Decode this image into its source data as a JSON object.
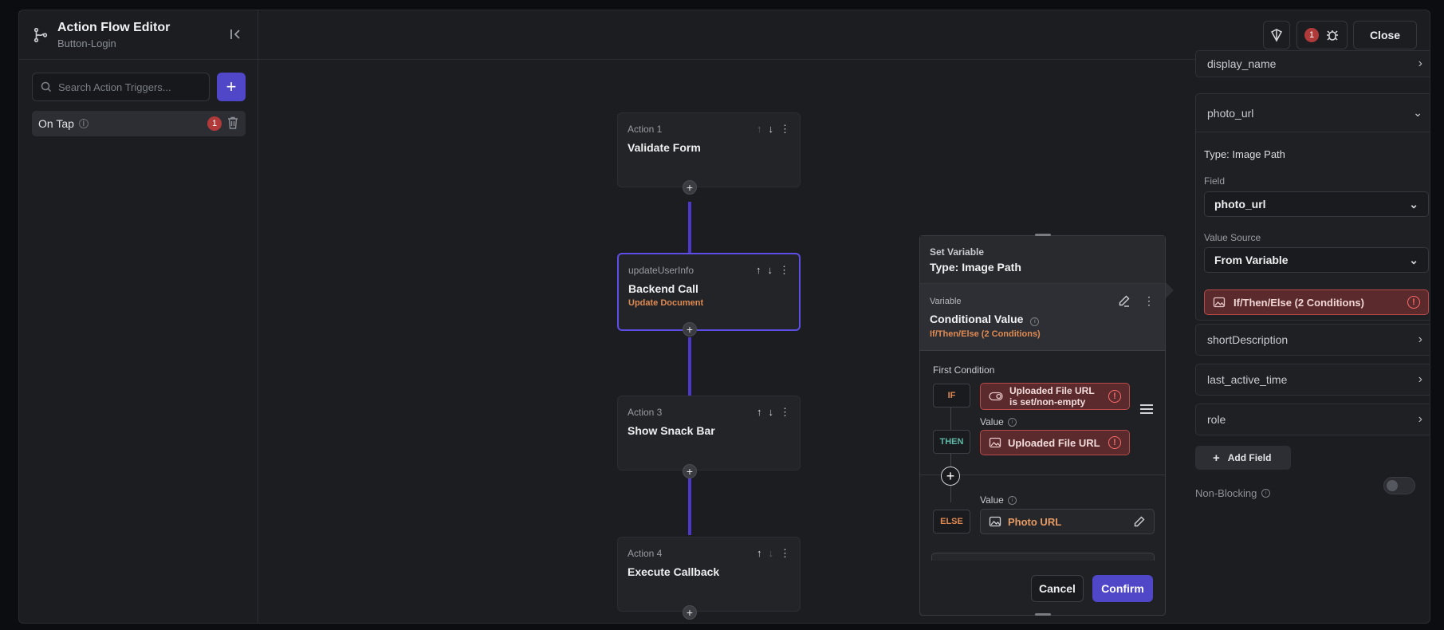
{
  "header": {
    "title": "Action Flow Editor",
    "subtitle": "Button-Login",
    "badge_count": "1",
    "close_label": "Close"
  },
  "left": {
    "search_placeholder": "Search Action Triggers...",
    "add_label": "+",
    "trigger": {
      "label": "On Tap",
      "badge": "1"
    }
  },
  "canvas": {
    "nodes": [
      {
        "label": "Action 1",
        "name": "Validate Form",
        "sub": ""
      },
      {
        "label": "updateUserInfo",
        "name": "Backend Call",
        "sub": "Update Document"
      },
      {
        "label": "Action 3",
        "name": "Show Snack Bar",
        "sub": ""
      },
      {
        "label": "Action 4",
        "name": "Execute Callback",
        "sub": ""
      }
    ]
  },
  "right": {
    "fields": [
      "display_name",
      "shortDescription",
      "last_active_time",
      "role"
    ],
    "expanded": {
      "name": "photo_url",
      "type": "Type: Image Path",
      "field_label": "Field",
      "field_value": "photo_url",
      "source_label": "Value Source",
      "source_value": "From Variable",
      "value": "If/Then/Else (2 Conditions)"
    },
    "add_field_label": "Add Field",
    "non_blocking_label": "Non-Blocking"
  },
  "popup": {
    "kind": "Set Variable",
    "type": "Type: Image Path",
    "var_label": "Variable",
    "var_name": "Conditional Value",
    "var_sub": "If/Then/Else (2 Conditions)",
    "first_condition": "First Condition",
    "if_kw": "IF",
    "then_kw": "THEN",
    "else_kw": "ELSE",
    "if_value": "Uploaded File URL is set/non-empty",
    "value_label": "Value",
    "then_value": "Uploaded File URL",
    "else_value": "Photo URL",
    "cancel_label": "Cancel",
    "confirm_label": "Confirm"
  },
  "colors": {
    "accent": "#4f46c8",
    "error": "#b84a4a",
    "orange": "#e08a52"
  }
}
